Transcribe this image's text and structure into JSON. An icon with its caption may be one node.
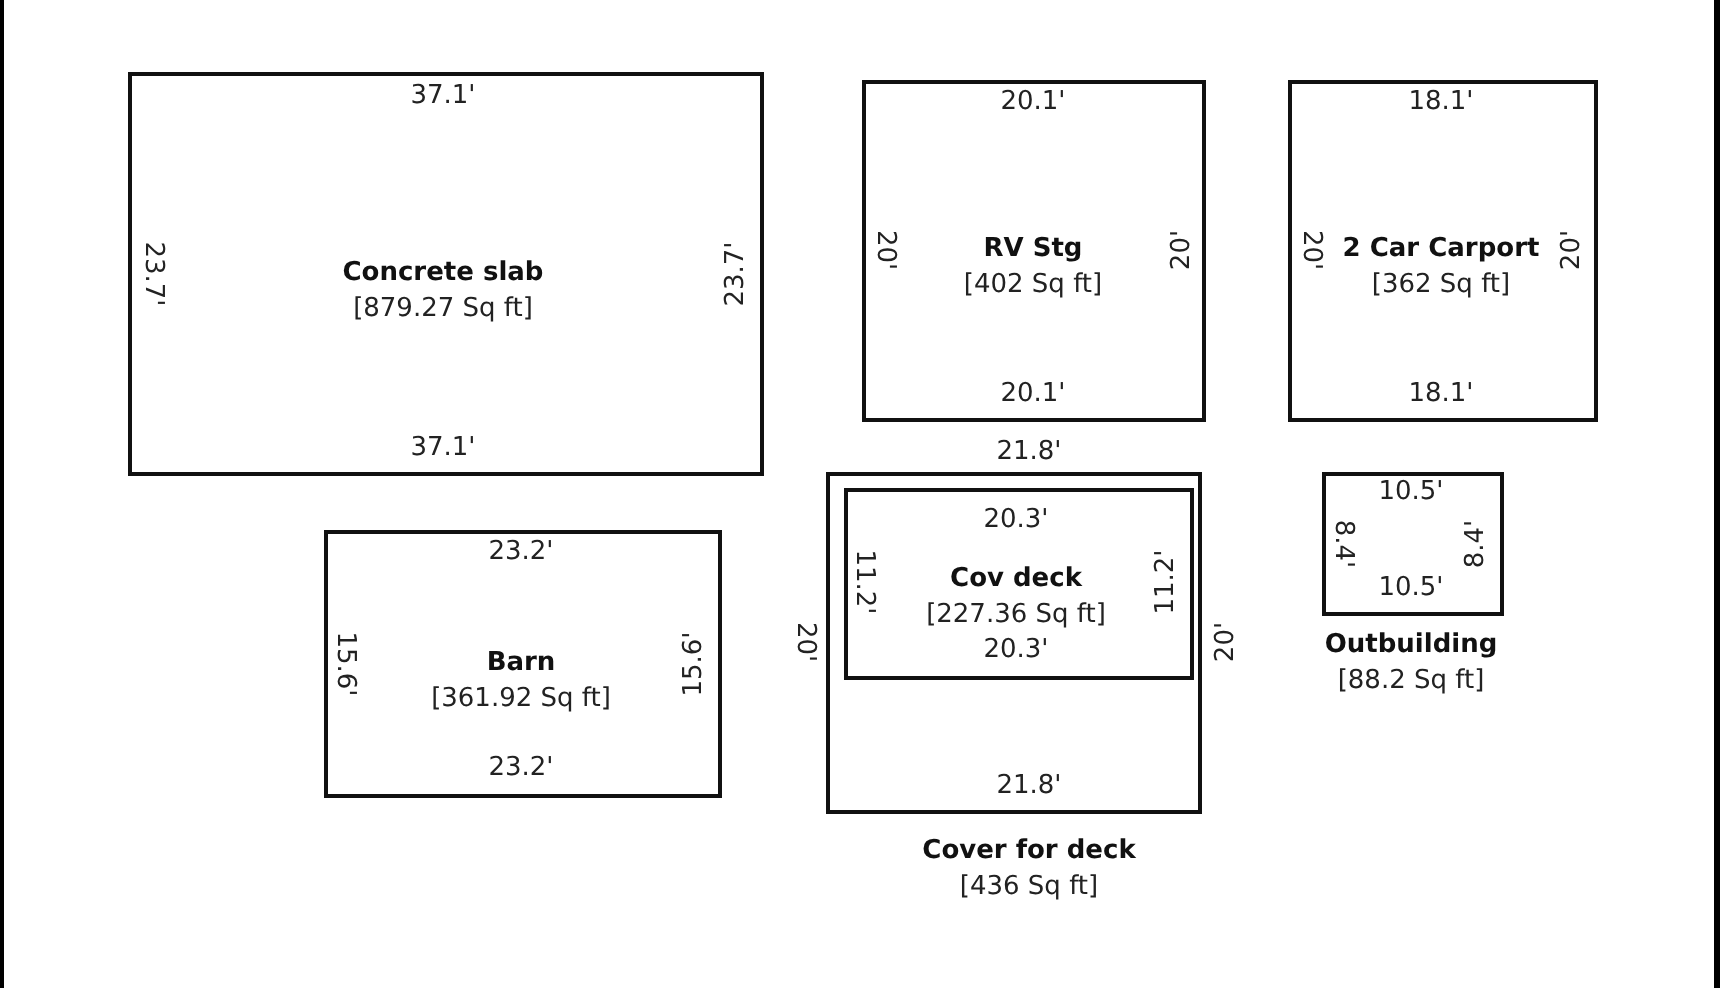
{
  "diagram": {
    "nodes": [
      {
        "text": [
          "37.1'",
          "23.7'",
          "23.7'",
          "Concrete slab",
          "[879.27 Sq ft]",
          "37.1'"
        ]
      },
      {
        "text": [
          "20.1'",
          "20'",
          "20'",
          "RV Stg",
          "[402 Sq ft]",
          "20.1'"
        ]
      },
      {
        "text": [
          "18.1'",
          "20'",
          "20'",
          "2 Car Carport",
          "[362 Sq ft]",
          "18.1'"
        ]
      },
      {
        "text": [
          "23.2'",
          "15.6'",
          "15.6'",
          "Barn",
          "[361.92 Sq ft]",
          "23.2'"
        ]
      },
      {
        "text": [
          "21.8'",
          "Cover for deck",
          "[436 Sq ft]"
        ],
        "beside": [
          "21.8'",
          "20'",
          "20'"
        ]
      },
      {
        "text": [
          "20.3'",
          "11.2'",
          "11.2'",
          "Cov deck",
          "[227.36 Sq ft]",
          "20.3'"
        ],
        "in": 4
      },
      {
        "text": [
          "10.5'",
          "8.4'",
          "8.4'",
          "10.5'",
          "Outbuilding",
          "[88.2 Sq ft]"
        ]
      }
    ]
  }
}
